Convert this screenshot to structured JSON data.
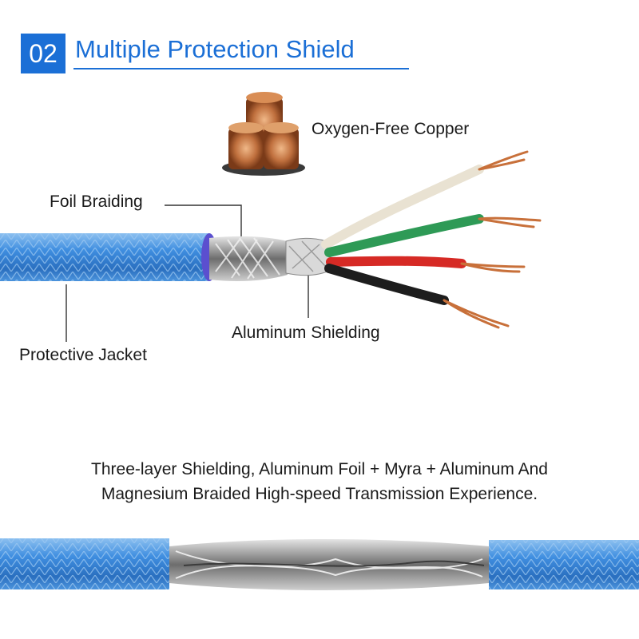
{
  "header": {
    "number": "02",
    "title": "Multiple Protection Shield"
  },
  "callouts": {
    "copper": "Oxygen-Free Copper",
    "foil": "Foil Braiding",
    "aluminum": "Aluminum Shielding",
    "jacket": "Protective Jacket"
  },
  "caption": {
    "line1": "Three-layer Shielding, Aluminum Foil + Myra + Aluminum And",
    "line2": "Magnesium Braided High-speed Transmission Experience."
  },
  "colors": {
    "accent": "#1b6fd6",
    "jacket_blue": "#3f8ee0",
    "copper": "#c8703a"
  }
}
